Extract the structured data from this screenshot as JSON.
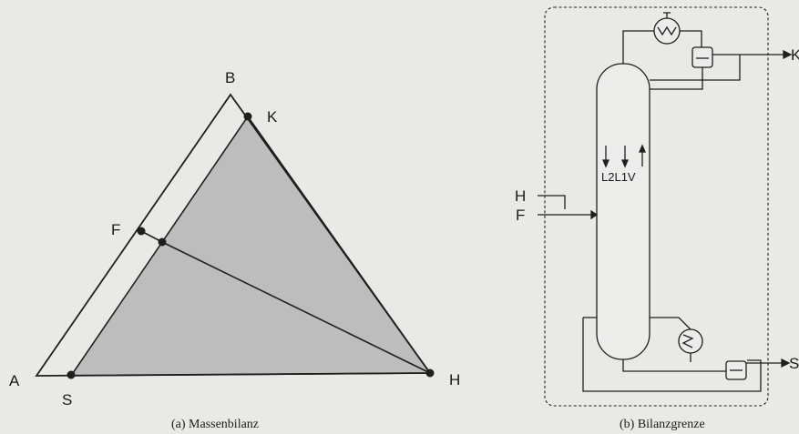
{
  "panel_a": {
    "caption": "(a) Massenbilanz",
    "points": {
      "A": "A",
      "B": "B",
      "S": "S",
      "K": "K",
      "F": "F",
      "H": "H"
    }
  },
  "panel_b": {
    "caption": "(b) Bilanzgrenze",
    "inputs": {
      "H": "H",
      "F": "F"
    },
    "outputs": {
      "K": "K",
      "S": "S"
    },
    "flow_label": "L2L1V"
  },
  "colors": {
    "shade": "#bdbdbd",
    "line": "#1f1f1f",
    "background": "#e9e9e6"
  }
}
